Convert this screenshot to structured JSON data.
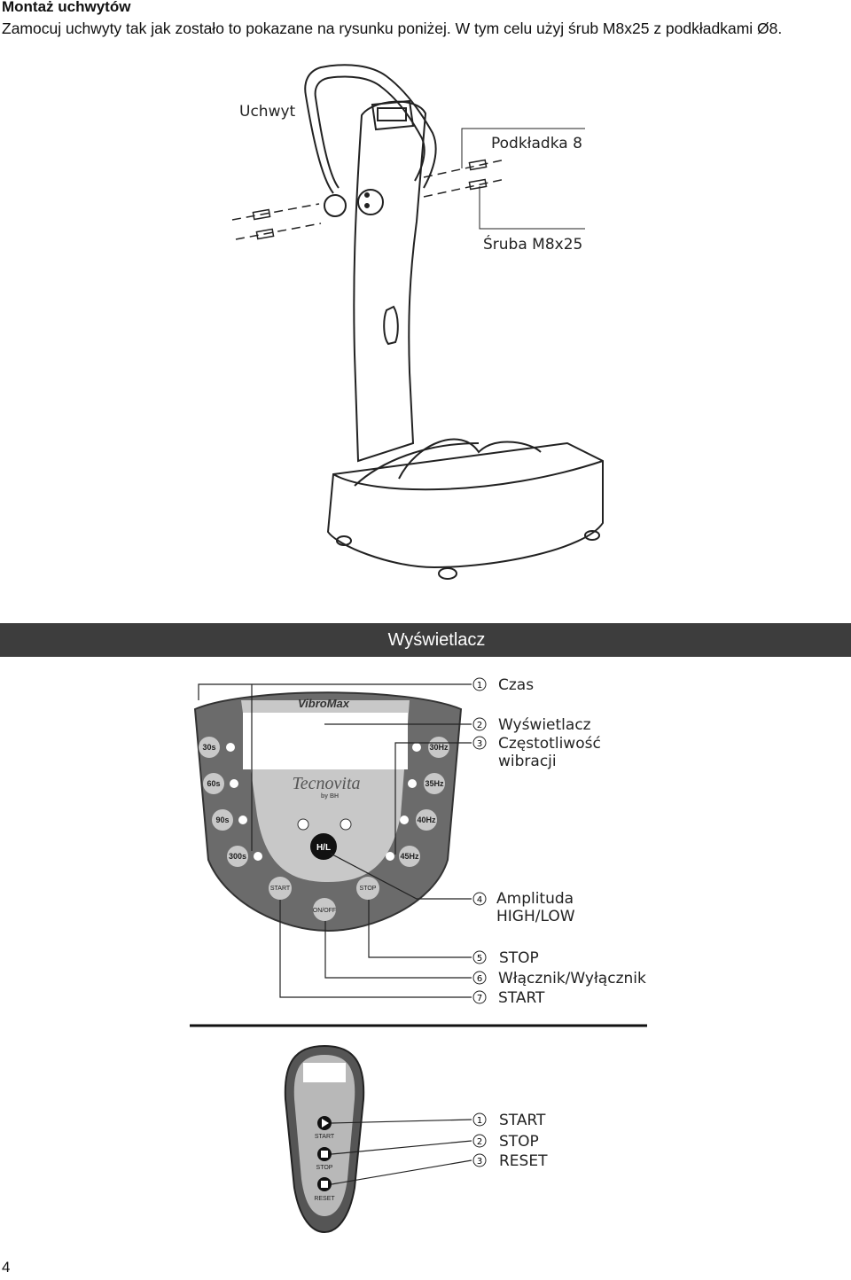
{
  "heading": "Montaż uchwytów",
  "intro": "Zamocuj uchwyty tak jak zostało to pokazane na rysunku poniżej. W tym celu użyj śrub M8x25 z podkładkami Ø8.",
  "assembly": {
    "handle_label": "Uchwyt",
    "washer_label": "Podkładka 8",
    "screw_label": "Śruba M8x25"
  },
  "section_band": "Wyświetlacz",
  "console": {
    "brand": "VibroMax",
    "logo_script": "Tecnovita",
    "logo_sub": "by BH",
    "time_buttons": [
      "30s",
      "60s",
      "90s",
      "300s"
    ],
    "freq_buttons": [
      "30Hz",
      "35Hz",
      "40Hz",
      "45Hz"
    ],
    "hl_button": "H/L",
    "start": "START",
    "stop": "STOP",
    "onoff": "ON/OFF"
  },
  "console_callouts": [
    {
      "num": "1",
      "text": "Czas"
    },
    {
      "num": "2",
      "text": "Wyświetlacz"
    },
    {
      "num": "3",
      "text": "Częstotliwość",
      "text2": "wibracji"
    },
    {
      "num": "4",
      "text": "Amplituda",
      "text2": "HIGH/LOW"
    },
    {
      "num": "5",
      "text": "STOP"
    },
    {
      "num": "6",
      "text": "Włącznik/Wyłącznik"
    },
    {
      "num": "7",
      "text": "START"
    }
  ],
  "remote": {
    "start": "START",
    "stop": "STOP",
    "reset": "RESET"
  },
  "remote_callouts": [
    {
      "num": "1",
      "text": "START"
    },
    {
      "num": "2",
      "text": "STOP"
    },
    {
      "num": "3",
      "text": "RESET"
    }
  ],
  "page_number": "4"
}
